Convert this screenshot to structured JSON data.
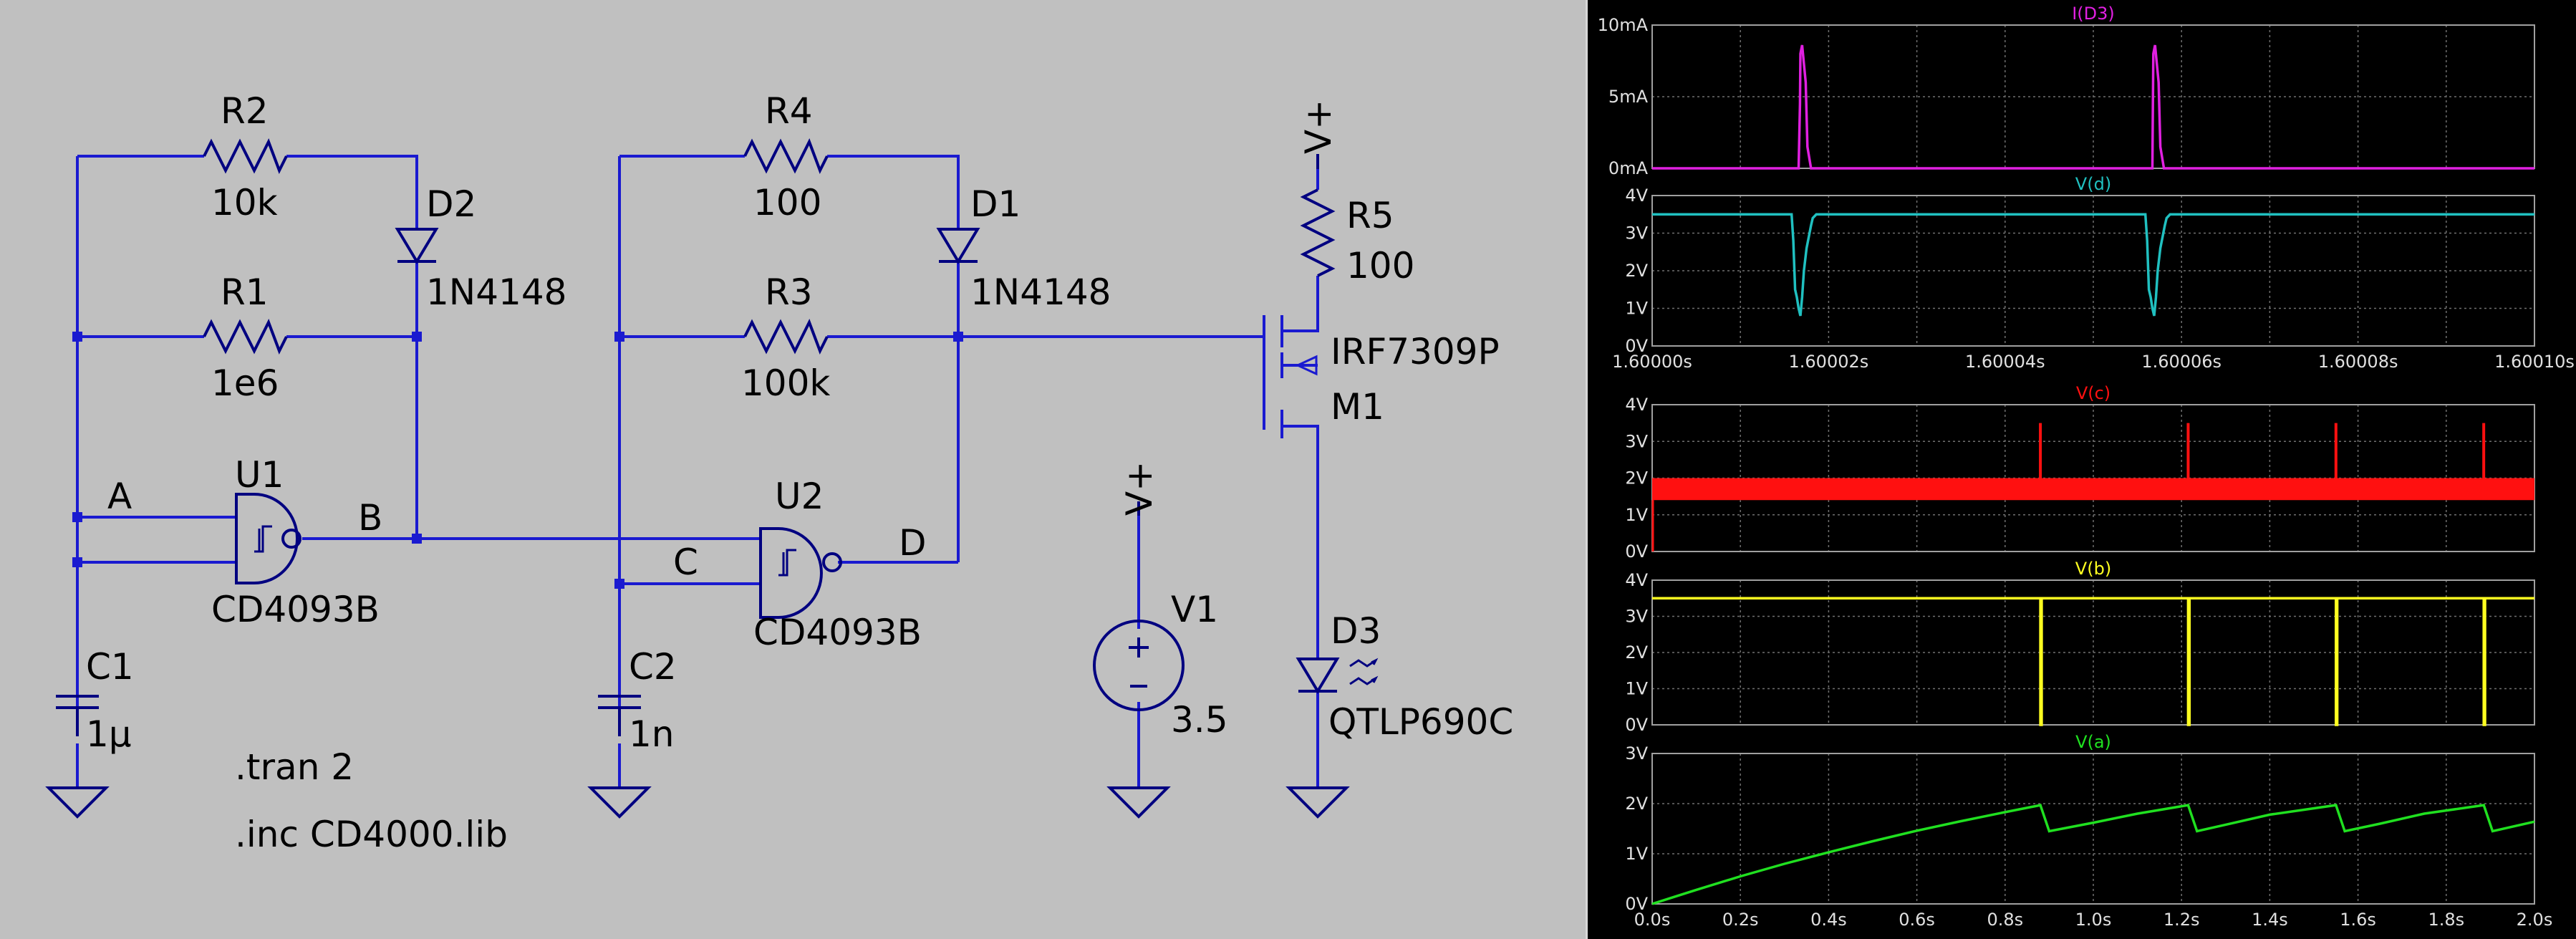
{
  "schematic": {
    "components": {
      "R2": {
        "ref": "R2",
        "value": "10k"
      },
      "R1": {
        "ref": "R1",
        "value": "1e6"
      },
      "D2": {
        "ref": "D2",
        "value": "1N4148"
      },
      "R4": {
        "ref": "R4",
        "value": "100"
      },
      "R3": {
        "ref": "R3",
        "value": "100k"
      },
      "D1": {
        "ref": "D1",
        "value": "1N4148"
      },
      "R5": {
        "ref": "R5",
        "value": "100"
      },
      "M1": {
        "ref": "M1",
        "value": "IRF7309P"
      },
      "U1": {
        "ref": "U1",
        "value": "CD4093B"
      },
      "U2": {
        "ref": "U2",
        "value": "CD4093B"
      },
      "C1": {
        "ref": "C1",
        "value": "1µ"
      },
      "C2": {
        "ref": "C2",
        "value": "1n"
      },
      "V1": {
        "ref": "V1",
        "value": "3.5"
      },
      "D3": {
        "ref": "D3",
        "value": "QTLP690C"
      }
    },
    "nets": {
      "a": "A",
      "b": "B",
      "c": "C",
      "d": "D"
    },
    "power_label": "V+",
    "directives": [
      ".tran 2",
      ".inc CD4000.lib"
    ],
    "colors": {
      "background": "#c0c0c0",
      "wire": "#1a1ad0",
      "component": "#000080",
      "text": "#000000",
      "junction": "#1a1ad0"
    }
  },
  "chart_data": [
    {
      "type": "line",
      "title": "I(D3)",
      "color": "#e020e0",
      "x_units": "s",
      "y_ticks": [
        "0mA",
        "5mA",
        "10mA"
      ],
      "ylim": [
        0,
        10
      ],
      "xlim": [
        1.6,
        1.6001
      ],
      "x_ticks": [],
      "series": [
        {
          "name": "I(D3)",
          "x": [
            1.6,
            1.6000166,
            1.60001675,
            1.6000168,
            1.600017,
            1.6000174,
            1.6000176,
            1.600018,
            1.60002,
            1.6000567,
            1.60005675,
            1.6000568,
            1.600057,
            1.6000574,
            1.6000576,
            1.600058,
            1.6001
          ],
          "y": [
            0,
            0,
            4.5,
            8.0,
            8.6,
            6.0,
            1.5,
            0,
            0,
            0,
            4.5,
            8.0,
            8.6,
            6.0,
            1.5,
            0,
            0
          ]
        }
      ],
      "grid": true
    },
    {
      "type": "line",
      "title": "V(d)",
      "color": "#20c0c0",
      "y_ticks": [
        "0V",
        "1V",
        "2V",
        "3V",
        "4V"
      ],
      "ylim": [
        0,
        4
      ],
      "xlim": [
        1.6,
        1.6001
      ],
      "x_ticks": [
        "1.60000s",
        "1.60002s",
        "1.60004s",
        "1.60006s",
        "1.60008s",
        "1.60010s"
      ],
      "series": [
        {
          "name": "V(d)",
          "x": [
            1.6,
            1.6000158,
            1.600016,
            1.6000162,
            1.6000164,
            1.6000166,
            1.6000168,
            1.600017,
            1.6000172,
            1.6000175,
            1.600018,
            1.6000182,
            1.6000186,
            1.6000192,
            1.60002,
            1.6000559,
            1.6000561,
            1.6000563,
            1.6000565,
            1.6000567,
            1.6000569,
            1.6000571,
            1.6000573,
            1.6000576,
            1.6000581,
            1.6000583,
            1.6000587,
            1.6000593,
            1.6001
          ],
          "y": [
            3.5,
            3.5,
            2.8,
            1.5,
            1.3,
            1.0,
            0.8,
            1.3,
            2.0,
            2.6,
            3.2,
            3.4,
            3.5,
            3.5,
            3.5,
            3.5,
            2.8,
            1.5,
            1.3,
            1.0,
            0.8,
            1.3,
            2.0,
            2.6,
            3.2,
            3.4,
            3.5,
            3.5,
            3.5
          ]
        }
      ],
      "grid": true
    },
    {
      "type": "line",
      "title": "V(c)",
      "color": "#ff1010",
      "y_ticks": [
        "0V",
        "1V",
        "2V",
        "3V",
        "4V"
      ],
      "ylim": [
        0,
        4
      ],
      "xlim": [
        0,
        2
      ],
      "x_ticks": [],
      "band": [
        1.4,
        2.0
      ],
      "spikes": [
        {
          "x": 0.88,
          "y": 3.5
        },
        {
          "x": 1.215,
          "y": 3.5
        },
        {
          "x": 1.55,
          "y": 3.5
        },
        {
          "x": 1.885,
          "y": 3.5
        }
      ],
      "grid": true
    },
    {
      "type": "line",
      "title": "V(b)",
      "color": "#ffff20",
      "y_ticks": [
        "0V",
        "1V",
        "2V",
        "3V",
        "4V"
      ],
      "ylim": [
        0,
        4
      ],
      "xlim": [
        0,
        2
      ],
      "x_ticks": [],
      "series": [
        {
          "name": "V(b)",
          "x": [
            0,
            0.88,
            0.88,
            0.883,
            0.883,
            1.215,
            1.215,
            1.218,
            1.218,
            1.55,
            1.55,
            1.553,
            1.553,
            1.885,
            1.885,
            1.888,
            1.888,
            2.0
          ],
          "y": [
            3.5,
            3.5,
            0,
            0,
            3.5,
            3.5,
            0,
            0,
            3.5,
            3.5,
            0,
            0,
            3.5,
            3.5,
            0,
            0,
            3.5,
            3.5
          ]
        }
      ],
      "grid": true
    },
    {
      "type": "line",
      "title": "V(a)",
      "color": "#20e020",
      "y_ticks": [
        "0V",
        "1V",
        "2V",
        "3V"
      ],
      "ylim": [
        0,
        3
      ],
      "xlim": [
        0,
        2
      ],
      "x_ticks": [
        "0.0s",
        "0.2s",
        "0.4s",
        "0.6s",
        "0.8s",
        "1.0s",
        "1.2s",
        "1.4s",
        "1.6s",
        "1.8s",
        "2.0s"
      ],
      "series": [
        {
          "name": "V(a)",
          "x": [
            0,
            0.05,
            0.1,
            0.2,
            0.3,
            0.4,
            0.5,
            0.6,
            0.7,
            0.8,
            0.88,
            0.9,
            1.0,
            1.1,
            1.215,
            1.235,
            1.3,
            1.4,
            1.55,
            1.57,
            1.65,
            1.75,
            1.885,
            1.905,
            2.0
          ],
          "y": [
            0,
            0.14,
            0.28,
            0.55,
            0.8,
            1.03,
            1.25,
            1.46,
            1.65,
            1.83,
            1.97,
            1.45,
            1.62,
            1.8,
            1.97,
            1.45,
            1.58,
            1.78,
            1.97,
            1.45,
            1.6,
            1.8,
            1.97,
            1.45,
            1.64
          ]
        }
      ],
      "grid": true
    }
  ]
}
